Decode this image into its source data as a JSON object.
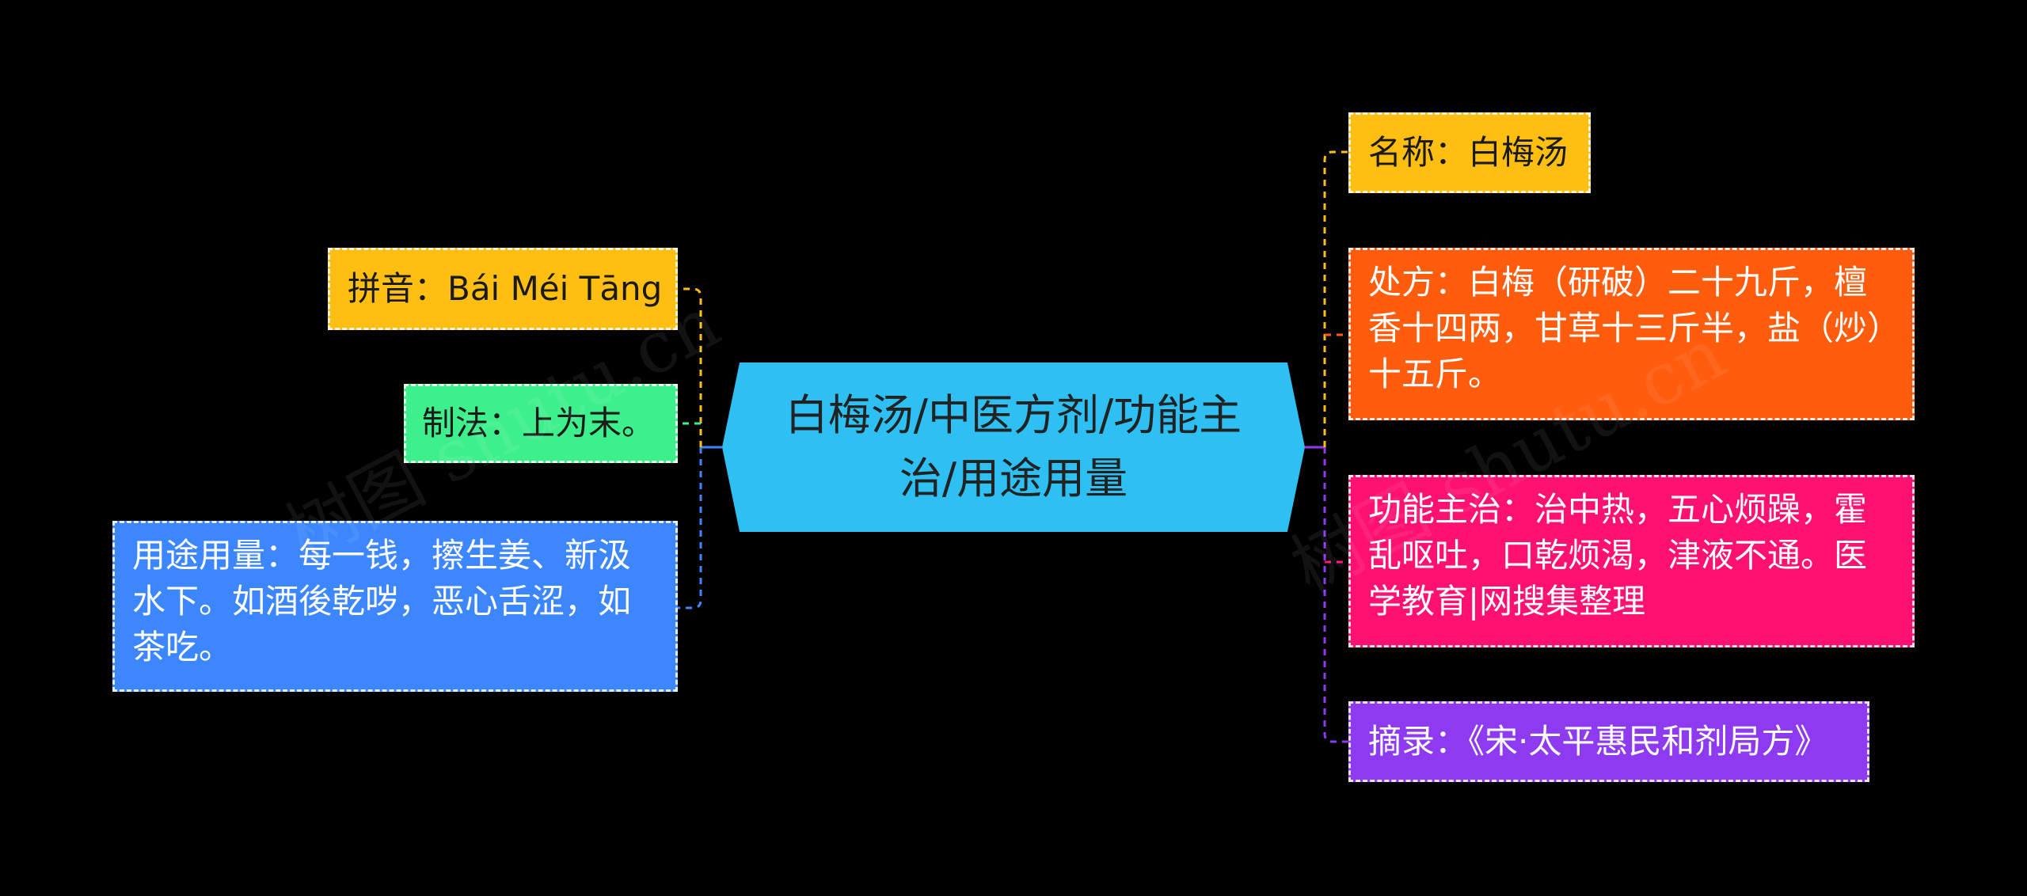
{
  "center": {
    "label": "白梅汤/中医方剂/功能主治/用途用量",
    "color": "#2ec0f2"
  },
  "left_nodes": [
    {
      "id": "pinyin",
      "label": "拼音：Bái Méi Tāng",
      "color": "#ffbf12"
    },
    {
      "id": "method",
      "label": "制法：上为末。",
      "color": "#3ef08c"
    },
    {
      "id": "usage",
      "label": "用途用量：每一钱，擦生姜、新汲水下。如酒後乾哕，恶心舌涩，如茶吃。",
      "color": "#3c87ff"
    }
  ],
  "right_nodes": [
    {
      "id": "name",
      "label": "名称：白梅汤",
      "color": "#ffbf12"
    },
    {
      "id": "prescription",
      "label": "处方：白梅（研破）二十九斤，檀香十四两，甘草十三斤半，盐（炒）十五斤。",
      "color": "#ff5c0e"
    },
    {
      "id": "indication",
      "label": "功能主治：治中热，五心烦躁，霍乱呕吐，口乾烦渴，津液不通。医学教育|网搜集整理",
      "color": "#ff1172"
    },
    {
      "id": "source",
      "label": "摘录：《宋·太平惠民和剂局方》",
      "color": "#8e3af0"
    }
  ],
  "watermark": "树图 shutu.cn"
}
